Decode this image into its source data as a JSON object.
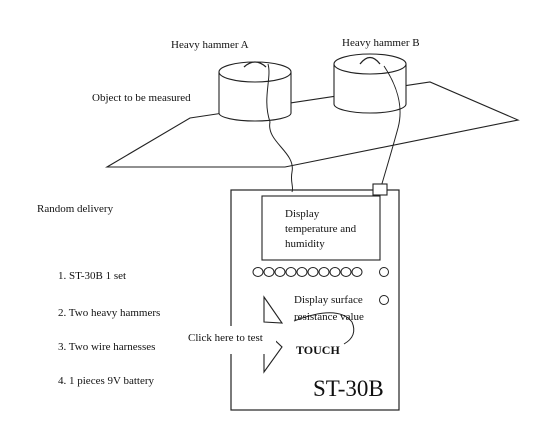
{
  "labels": {
    "hammer_a": "Heavy hammer A",
    "hammer_b": "Heavy hammer B",
    "object": "Object to be measured",
    "random_delivery": "Random delivery",
    "display_temp": "Display temperature and humidity",
    "display_surface": "Display surface resistance value",
    "click_test": "Click here to test",
    "touch": "TOUCH",
    "model": "ST-30B"
  },
  "delivery_list": [
    "1. ST-30B 1 set",
    "2. Two heavy hammers",
    "3. Two wire harnesses",
    "4. 1 pieces 9V battery"
  ],
  "led_count": 10
}
